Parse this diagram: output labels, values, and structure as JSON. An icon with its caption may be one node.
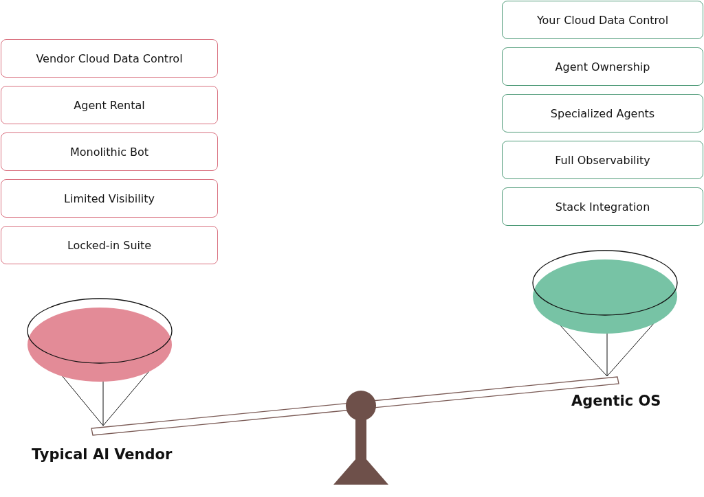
{
  "diagram": {
    "nodes": [
      {
        "text": [
          "Vendor Cloud Data Control"
        ]
      },
      {
        "text": [
          "Agent Rental"
        ]
      },
      {
        "text": [
          "Monolithic Bot"
        ]
      },
      {
        "text": [
          "Limited Visibility"
        ]
      },
      {
        "text": [
          "Locked-in Suite"
        ]
      },
      {
        "text": [
          "Your Cloud Data Control"
        ]
      },
      {
        "text": [
          "Agent Ownership"
        ]
      },
      {
        "text": [
          "Specialized Agents"
        ]
      },
      {
        "text": [
          "Full Observability"
        ]
      },
      {
        "text": [
          "Stack Integration"
        ]
      }
    ],
    "labels": [
      "Typical AI Vendor",
      "Agentic OS"
    ]
  }
}
